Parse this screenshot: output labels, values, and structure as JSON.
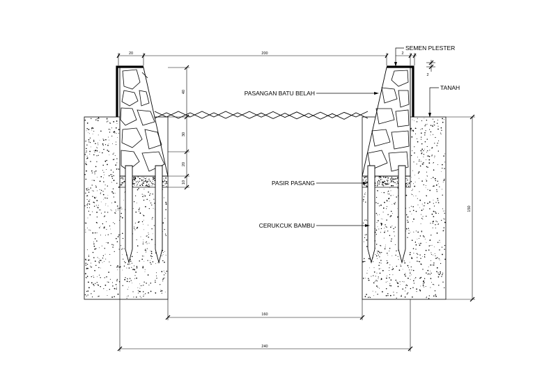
{
  "labels": {
    "semen_plester": "SEMEN PLESTER",
    "tanah": "TANAH",
    "pasangan_batu_belah": "PASANGAN BATU BELAH",
    "pasir_pasang": "PASIR PASANG",
    "cerukcuk_bambu": "CERUKCUK BAMBU"
  },
  "dimensions": {
    "top_left_width": "20",
    "top_span": "200",
    "plaster_thickness": "2",
    "plaster_height": "2",
    "h_upper": "40",
    "h_mid": "30",
    "h_lower": "20",
    "h_sand": "10",
    "total_height": "150",
    "bottom_width": "160",
    "overall_width": "240"
  },
  "colors": {
    "line": "#000000",
    "background": "#ffffff",
    "soil_speckle": "#000000"
  }
}
